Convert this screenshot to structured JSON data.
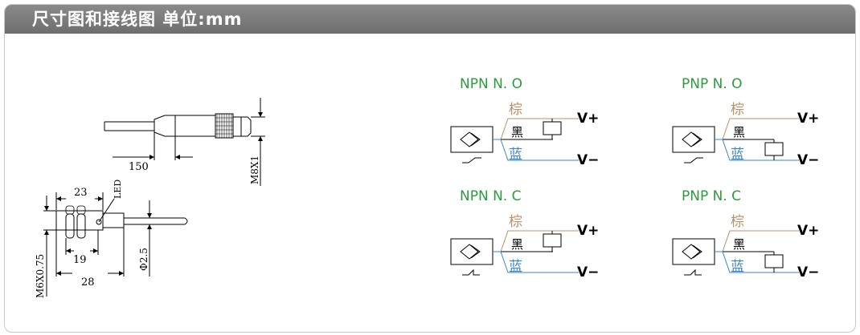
{
  "header": {
    "title": "尺寸图和接线图 单位:mm"
  },
  "dimension_drawing": {
    "top_cable_length": "150",
    "thread_m8": "M8X1",
    "led": "LED",
    "len_23": "23",
    "len_19": "19",
    "len_28": "28",
    "thread_m6": "M6X0.75",
    "cable_diameter": "Φ2.5"
  },
  "wiring": {
    "npn_no": {
      "title": "NPN  N. O",
      "brown": "棕",
      "black": "黑",
      "blue": "蓝",
      "vplus": "V+",
      "vminus": "V−"
    },
    "pnp_no": {
      "title": "PNP  N. O",
      "brown": "棕",
      "black": "黑",
      "blue": "蓝",
      "vplus": "V+",
      "vminus": "V−"
    },
    "npn_nc": {
      "title": "NPN  N. C",
      "brown": "棕",
      "black": "黑",
      "blue": "蓝",
      "vplus": "V+",
      "vminus": "V−"
    },
    "pnp_nc": {
      "title": "PNP  N. C",
      "brown": "棕",
      "black": "黑",
      "blue": "蓝",
      "vplus": "V+",
      "vminus": "V−"
    }
  },
  "colors": {
    "header_bg": "#7a7a7a",
    "title_green": "#2e9a3e",
    "brown_wire": "#b8906a",
    "blue_wire": "#3a86c8",
    "black_wire": "#000000"
  }
}
